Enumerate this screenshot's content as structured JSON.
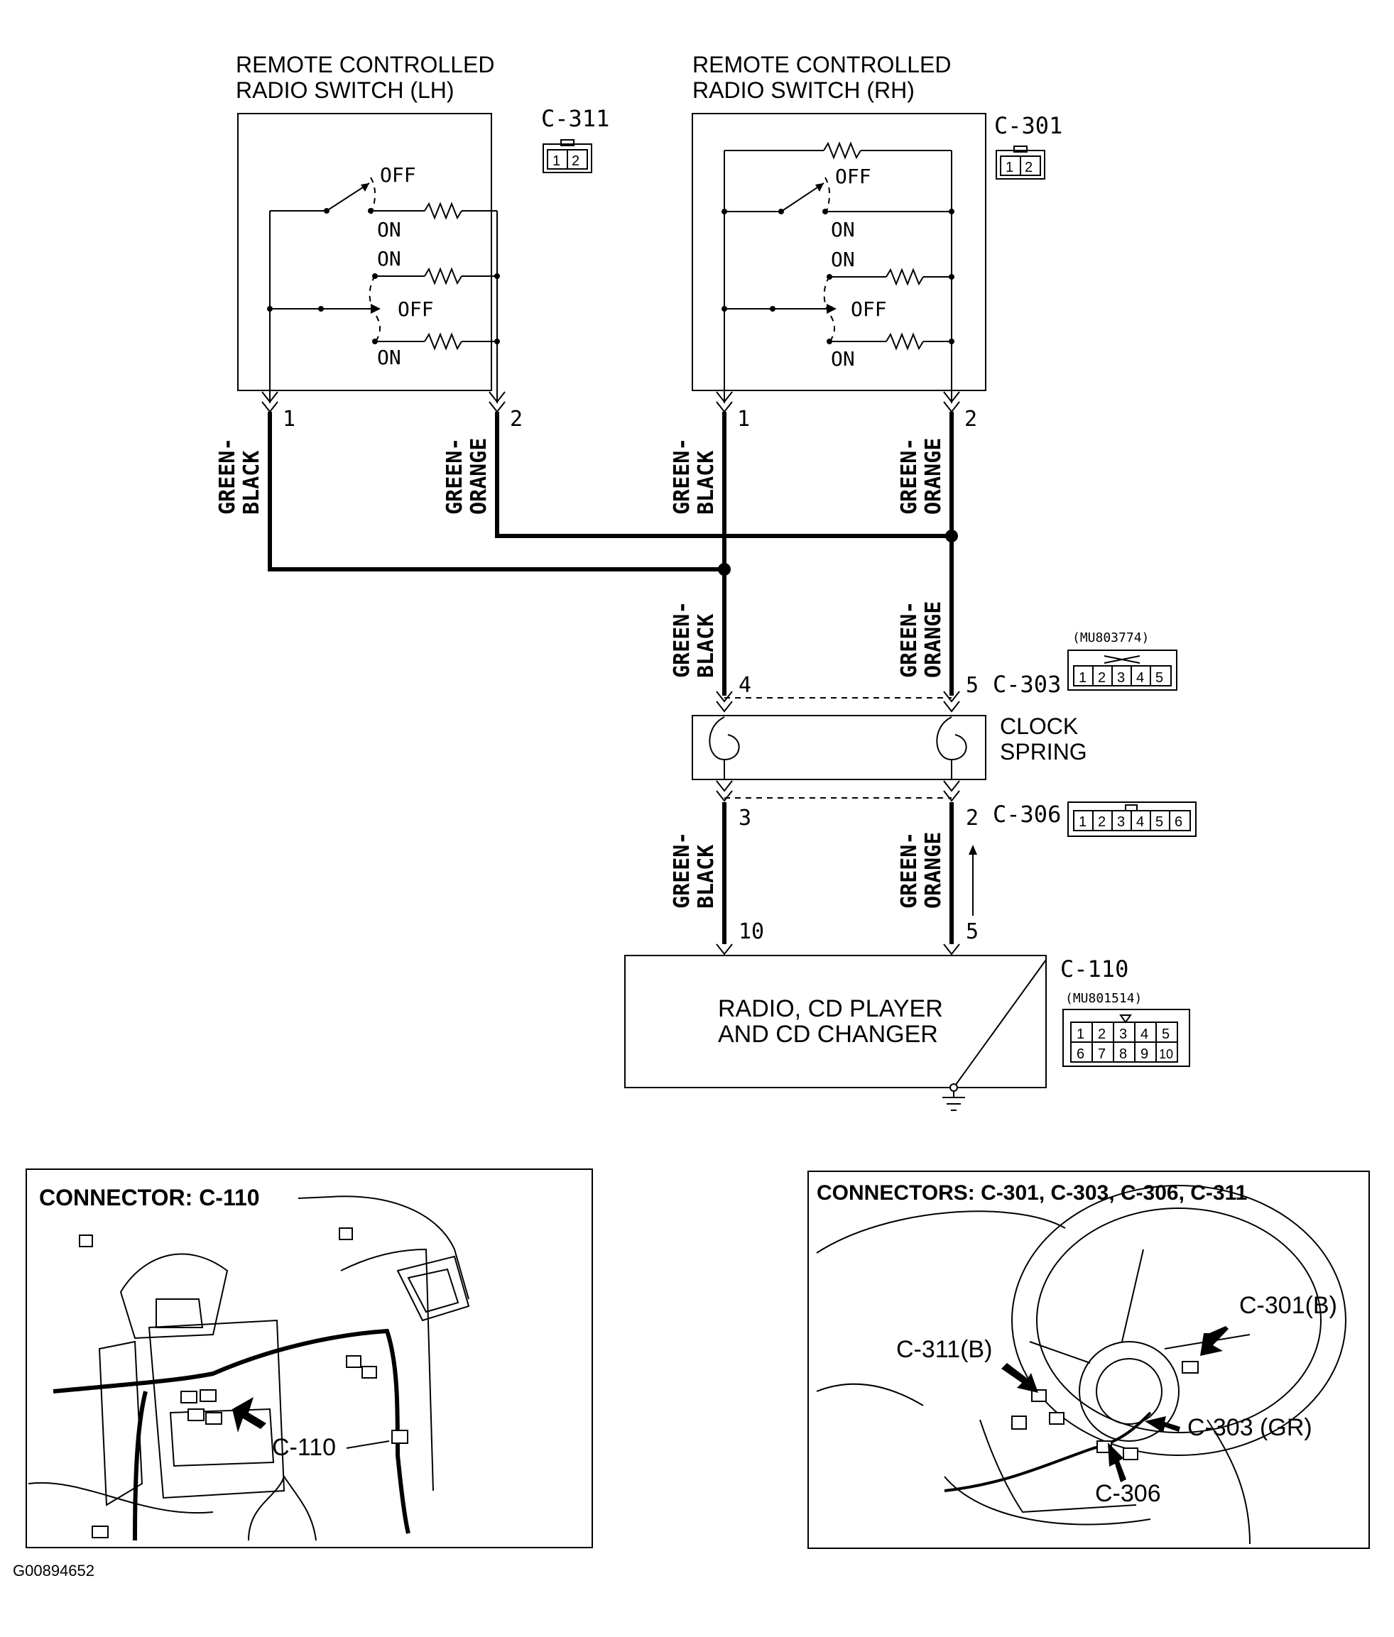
{
  "lh_switch": {
    "title_line1": "REMOTE CONTROLLED",
    "title_line2": "RADIO SWITCH (LH)",
    "connector": "C-311",
    "pin1": "1",
    "pin2": "2",
    "off1": "OFF",
    "on1": "ON",
    "on2": "ON",
    "off2": "OFF",
    "on3": "ON"
  },
  "rh_switch": {
    "title_line1": "REMOTE CONTROLLED",
    "title_line2": "RADIO SWITCH (RH)",
    "connector": "C-301",
    "pin1": "1",
    "pin2": "2",
    "off1": "OFF",
    "on1": "ON",
    "on2": "ON",
    "off2": "OFF",
    "on3": "ON"
  },
  "wires": {
    "green": "GREEN-",
    "black": "BLACK",
    "orange": "ORANGE"
  },
  "c303": {
    "id": "C-303",
    "part": "(MU803774)",
    "pins": [
      "1",
      "2",
      "3",
      "4",
      "5"
    ],
    "pin_left": "4",
    "pin_right": "5"
  },
  "clock_spring": {
    "line1": "CLOCK",
    "line2": "SPRING"
  },
  "c306": {
    "id": "C-306",
    "pins": [
      "1",
      "2",
      "3",
      "4",
      "5",
      "6"
    ],
    "pin_left": "3",
    "pin_right": "2"
  },
  "radio": {
    "line1": "RADIO, CD PLAYER",
    "line2": "AND CD CHANGER",
    "connector": "C-110",
    "part": "(MU801514)",
    "pins_top": [
      "1",
      "2",
      "3",
      "4",
      "5"
    ],
    "pins_bottom": [
      "6",
      "7",
      "8",
      "9",
      "10"
    ],
    "pin_left": "10",
    "pin_right": "5"
  },
  "c311_pins": [
    "1",
    "2"
  ],
  "c301_pins": [
    "1",
    "2"
  ],
  "loc_left": {
    "title": "CONNECTOR: C-110",
    "callout": "C-110"
  },
  "loc_right": {
    "title": "CONNECTORS: C-301, C-303, C-306, C-311",
    "callout_c301": "C-301(B)",
    "callout_c311": "C-311(B)",
    "callout_c303": "C-303 (GR)",
    "callout_c306": "C-306"
  },
  "figure_id": "G00894652"
}
